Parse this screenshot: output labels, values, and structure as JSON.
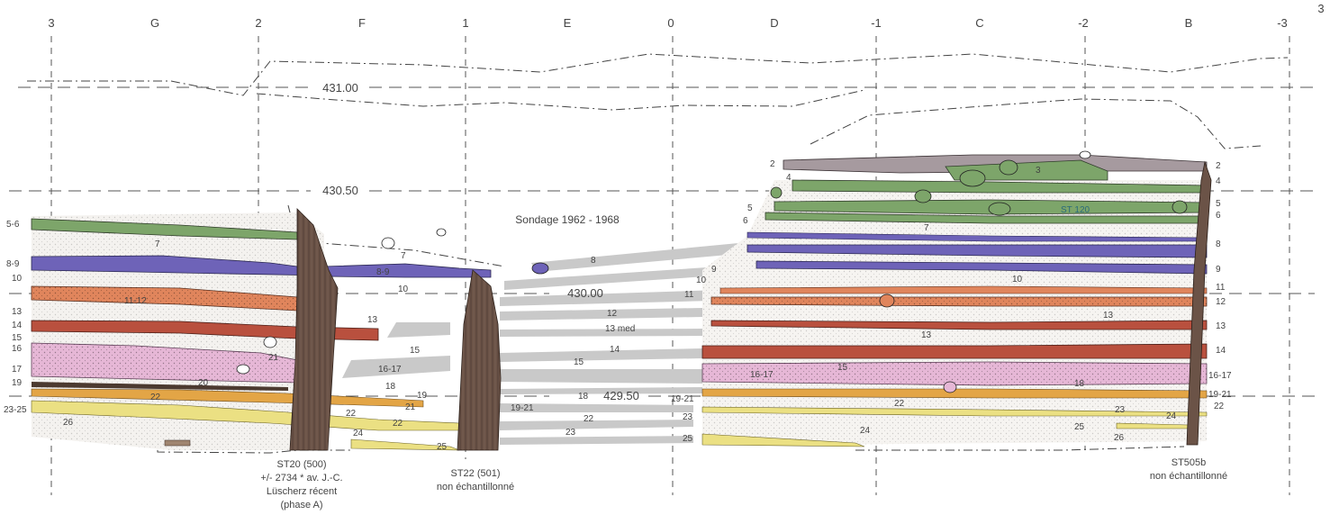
{
  "grid_columns": [
    "3",
    "G",
    "2",
    "F",
    "1",
    "E",
    "0",
    "D",
    "-1",
    "C",
    "-2",
    "B",
    "-3"
  ],
  "edge_mark": "3",
  "elevations": [
    "431.00",
    "430.50",
    "430.00",
    "429.50"
  ],
  "sondage_label": "Sondage 1962 - 1968",
  "colors": {
    "green": "#7da56a",
    "purple": "#6e63b8",
    "orange": "#e0855c",
    "red": "#b9503e",
    "pink": "#e6b7d6",
    "yellow": "#ebe083",
    "amber": "#e3a546",
    "grey": "#c9c9c9",
    "mauve": "#a69a9f",
    "post": "#6b5347"
  },
  "left_labels": [
    "5-6",
    "8-9",
    "10",
    "13",
    "14",
    "15",
    "16",
    "17",
    "19",
    "23-25"
  ],
  "right_labels": [
    "2",
    "4",
    "5",
    "6",
    "8",
    "9",
    "11",
    "12",
    "13",
    "14",
    "16-17",
    "19-21",
    "22"
  ],
  "inner_labels": {
    "l7": "7",
    "l8_9": "8-9",
    "l10": "10",
    "l11_12": "11-12",
    "l13": "13",
    "l15": "15",
    "l16_17": "16-17",
    "l18": "18",
    "l19": "19",
    "l20": "20",
    "l21": "21",
    "l22": "22",
    "l24": "24",
    "l25": "25",
    "l26": "26",
    "s8": "8",
    "s9": "9",
    "s10": "10",
    "s11": "11",
    "s12": "12",
    "s13med": "13 med",
    "s14": "14",
    "s15": "15",
    "s18": "18",
    "s19_21": "19-21",
    "s22": "22",
    "s23": "23",
    "s19_21b": "19-21",
    "s23b": "23",
    "s25": "25",
    "r2": "2",
    "r3": "3",
    "r4": "4",
    "r5": "5",
    "r6": "6",
    "r7": "7",
    "r10": "10",
    "r13a": "13",
    "r13b": "13",
    "r15": "15",
    "r16_17": "16-17",
    "r18": "18",
    "r22": "22",
    "r23": "23",
    "r24": "24",
    "r25": "25",
    "r26": "26",
    "r24b": "24",
    "st120": "ST 120"
  },
  "posts": {
    "st20": [
      "ST20 (500)",
      "+/- 2734 * av. J.-C.",
      "Lüscherz récent",
      "(phase A)"
    ],
    "st22": [
      "ST22 (501)",
      "non échantillonné"
    ],
    "st505": [
      "ST505b",
      "non échantillonné"
    ]
  }
}
